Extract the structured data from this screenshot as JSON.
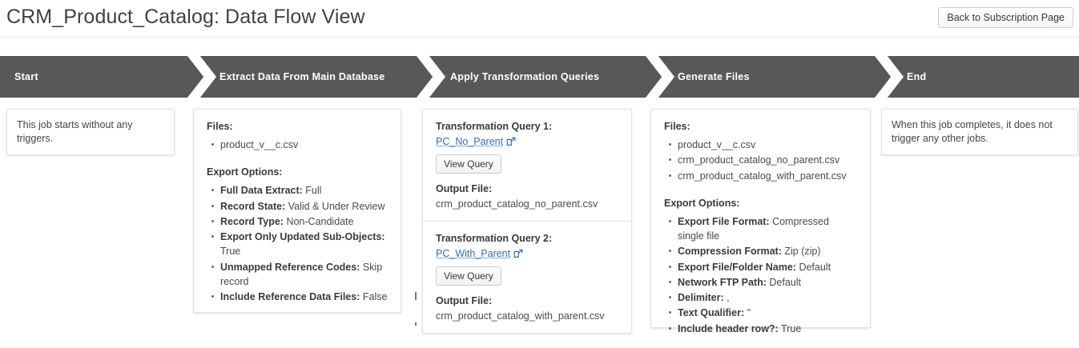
{
  "header": {
    "title": "CRM_Product_Catalog: Data Flow View",
    "back_button": "Back to Subscription Page"
  },
  "colors": {
    "step_bar": "#585858",
    "link": "#2a6ebb",
    "panel_border": "#e3e3e3"
  },
  "steps": [
    {
      "label": "Start"
    },
    {
      "label": "Extract Data From Main Database"
    },
    {
      "label": "Apply Transformation Queries"
    },
    {
      "label": "Generate Files"
    },
    {
      "label": "End"
    }
  ],
  "start_panel": {
    "text": "This job starts without any triggers."
  },
  "extract_panel": {
    "files_heading": "Files:",
    "files": [
      "product_v__c.csv"
    ],
    "export_heading": "Export Options:",
    "export_options": [
      {
        "key": "Full Data Extract:",
        "value": "Full"
      },
      {
        "key": "Record State:",
        "value": "Valid & Under Review"
      },
      {
        "key": "Record Type:",
        "value": "Non-Candidate"
      },
      {
        "key": "Export Only Updated Sub-Objects:",
        "value": "True"
      },
      {
        "key": "Unmapped Reference Codes:",
        "value": "Skip record"
      },
      {
        "key": "Include Reference Data Files:",
        "value": "False"
      }
    ]
  },
  "transform_panel": {
    "queries": [
      {
        "title": "Transformation Query 1:",
        "link_label": "PC_No_Parent",
        "link_icon": "external-link-icon",
        "view_button": "View Query",
        "output_heading": "Output File:",
        "output_file": "crm_product_catalog_no_parent.csv"
      },
      {
        "title": "Transformation Query 2:",
        "link_label": "PC_With_Parent",
        "link_icon": "external-link-icon",
        "view_button": "View Query",
        "output_heading": "Output File:",
        "output_file": "crm_product_catalog_with_parent.csv"
      }
    ]
  },
  "generate_panel": {
    "files_heading": "Files:",
    "files": [
      "product_v__c.csv",
      "crm_product_catalog_no_parent.csv",
      "crm_product_catalog_with_parent.csv"
    ],
    "export_heading": "Export Options:",
    "export_options": [
      {
        "key": "Export File Format:",
        "value": "Compressed single file"
      },
      {
        "key": "Compression Format:",
        "value": "Zip (zip)"
      },
      {
        "key": "Export File/Folder Name:",
        "value": "Default"
      },
      {
        "key": "Network FTP Path:",
        "value": "Default"
      },
      {
        "key": "Delimiter:",
        "value": ","
      },
      {
        "key": "Text Qualifier:",
        "value": "\""
      },
      {
        "key": "Include header row?:",
        "value": "True"
      }
    ]
  },
  "end_panel": {
    "text": "When this job completes, it does not trigger any other jobs."
  }
}
